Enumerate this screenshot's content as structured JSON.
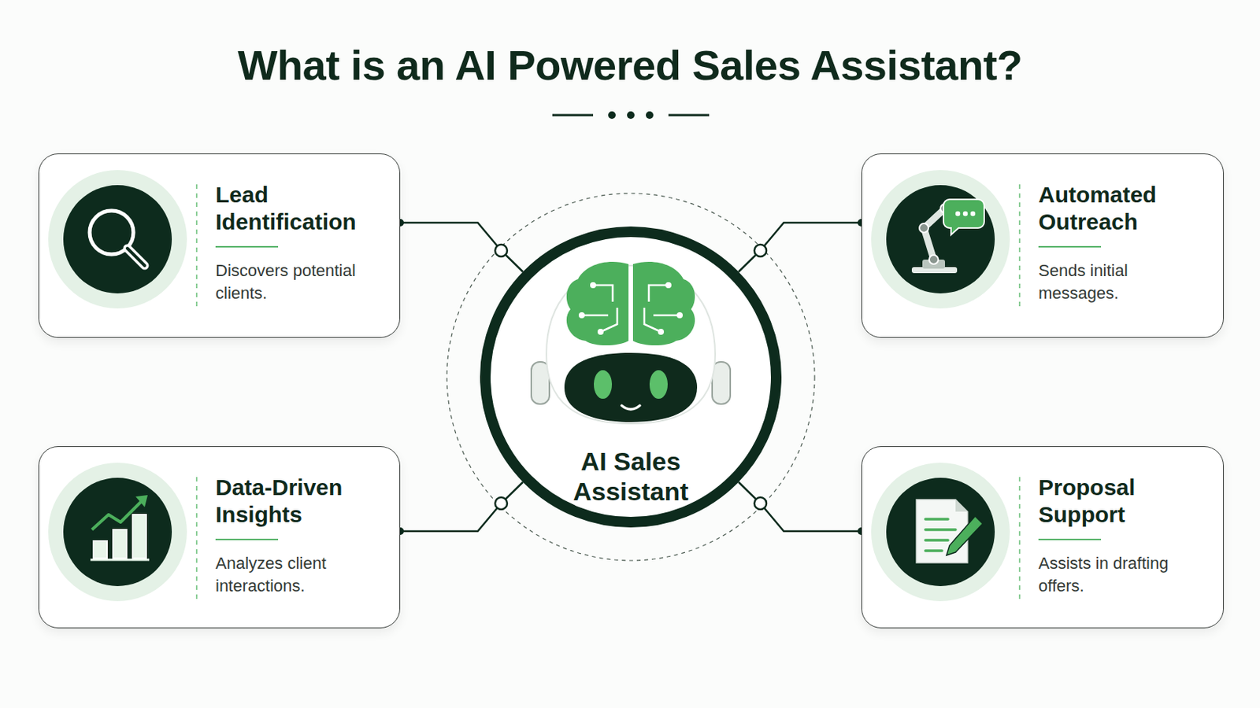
{
  "diagram": {
    "title": "What is an AI Powered Sales Assistant?",
    "nodes": [
      {
        "text": [
          "Lead Identification",
          "Discovers potential clients."
        ]
      },
      {
        "text": [
          "AI Sales Assistant"
        ]
      },
      {
        "text": [
          "Automated Outreach",
          "Sends initial messages."
        ]
      },
      {
        "text": [
          "Data-Driven Insights",
          "Analyzes client interactions."
        ]
      },
      {
        "text": [
          "Proposal Support",
          "Assists in drafting offers."
        ]
      }
    ],
    "edges": [
      {
        "from": 0,
        "to": 1,
        "arrow": "none"
      },
      {
        "from": 2,
        "to": 1,
        "arrow": "none"
      },
      {
        "from": 3,
        "to": 1,
        "arrow": "none"
      },
      {
        "from": 4,
        "to": 1,
        "arrow": "none"
      }
    ]
  }
}
